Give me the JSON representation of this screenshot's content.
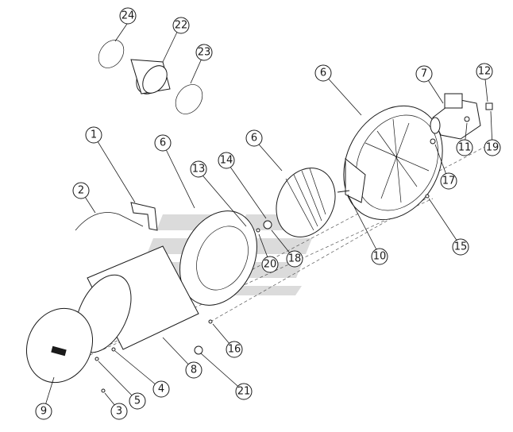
{
  "callouts": [
    {
      "id": "c24",
      "label": "24"
    },
    {
      "id": "c22",
      "label": "22"
    },
    {
      "id": "c23",
      "label": "23"
    },
    {
      "id": "c6a",
      "label": "6"
    },
    {
      "id": "c7",
      "label": "7"
    },
    {
      "id": "c12",
      "label": "12"
    },
    {
      "id": "c1",
      "label": "1"
    },
    {
      "id": "c6b",
      "label": "6"
    },
    {
      "id": "c13",
      "label": "13"
    },
    {
      "id": "c14",
      "label": "14"
    },
    {
      "id": "c6c",
      "label": "6"
    },
    {
      "id": "c11",
      "label": "11"
    },
    {
      "id": "c19",
      "label": "19"
    },
    {
      "id": "c17",
      "label": "17"
    },
    {
      "id": "c2",
      "label": "2"
    },
    {
      "id": "c20",
      "label": "20"
    },
    {
      "id": "c18",
      "label": "18"
    },
    {
      "id": "c10",
      "label": "10"
    },
    {
      "id": "c15",
      "label": "15"
    },
    {
      "id": "c16",
      "label": "16"
    },
    {
      "id": "c8",
      "label": "8"
    },
    {
      "id": "c4",
      "label": "4"
    },
    {
      "id": "c5",
      "label": "5"
    },
    {
      "id": "c21",
      "label": "21"
    },
    {
      "id": "c9",
      "label": "9"
    },
    {
      "id": "c3",
      "label": "3"
    }
  ],
  "colors": {
    "line": "#1a1a1a",
    "watermark": "#b0b0b0"
  }
}
